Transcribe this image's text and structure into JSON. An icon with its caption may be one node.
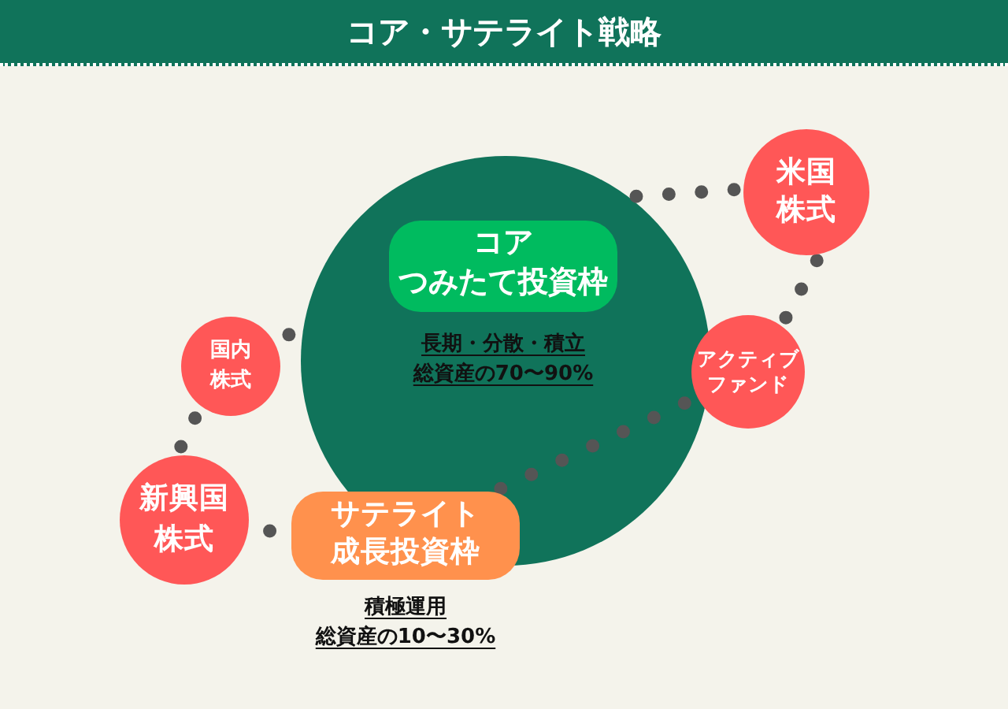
{
  "diagram": {
    "title": "コア・サテライト戦略",
    "nodes": [
      {
        "text": [],
        "shape": "circle"
      },
      {
        "text": [
          "コア",
          "つみたて投資枠"
        ],
        "in": 0,
        "beside": [
          "長期・分散・積立",
          "総資産の70〜90%"
        ]
      },
      {
        "text": [
          "米国株式"
        ]
      },
      {
        "text": [
          "国内株式"
        ]
      },
      {
        "text": [
          "アクティブファンド"
        ]
      },
      {
        "text": [
          "新興国株式"
        ]
      },
      {
        "text": [
          "サテライト",
          "成長投資枠"
        ],
        "beside": [
          "積極運用",
          "総資産の10〜30%"
        ]
      }
    ],
    "edges": [
      {
        "from": 0,
        "to": 2,
        "arrow": "none"
      },
      {
        "from": 2,
        "to": 4,
        "arrow": "none"
      },
      {
        "from": 4,
        "to": 6,
        "arrow": "none"
      },
      {
        "from": 0,
        "to": 3,
        "arrow": "none"
      },
      {
        "from": 3,
        "to": 5,
        "arrow": "none"
      },
      {
        "from": 5,
        "to": 6,
        "arrow": "none"
      }
    ]
  }
}
